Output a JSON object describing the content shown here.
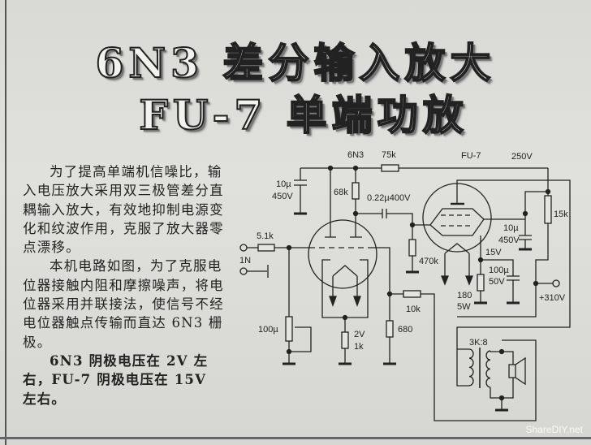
{
  "title": {
    "line1": "6N3 差分输入放大",
    "line2": "FU-7 单端功放"
  },
  "article": {
    "paragraphs": [
      "为了提高单端机信噪比，输入电压放大采用双三极管差分直耦输入放大，有效地抑制电源变化和纹波作用，克服了放大器零点漂移。",
      "本机电路如图，为了克服电位器接触内阻和摩擦噪声，将电位器采用并联接法，使信号不经电位器触点传输而直达 6N3 栅极。",
      "6N3 阴极电压在 2V 左右，FU-7 阴极电压在 15V 左右。"
    ]
  },
  "schematic": {
    "tube1": "6N3",
    "tube2": "FU-7",
    "r_75k": "75k",
    "v_250": "250V",
    "c1_val": "10µ",
    "c1_volt": "450V",
    "r_68k": "68k",
    "c_coupling": "0.22µ400V",
    "r_15k": "15k",
    "c2_val": "10µ",
    "c2_volt": "450V",
    "r_5k1": "5.1k",
    "input_label": "1N",
    "r_470k": "470k",
    "v_15": "15V",
    "c3_val": "100µ",
    "c3_volt": "50V",
    "r_180": "180",
    "r_180_power": "5W",
    "b_plus": "+310V",
    "r_10k": "10k",
    "pot": "100µ",
    "v_2": "2V",
    "r_1k": "1k",
    "r_680": "680",
    "transformer": "3K:8"
  },
  "watermark": "ShareDIY.net"
}
